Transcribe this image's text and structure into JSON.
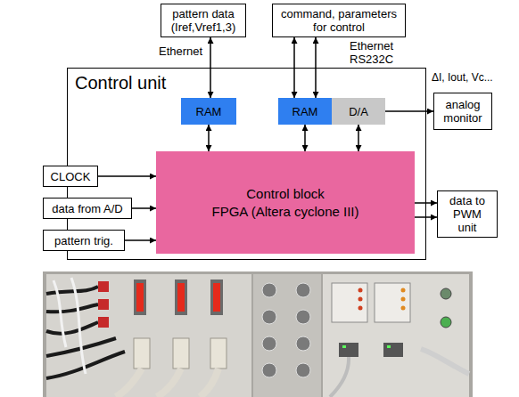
{
  "diagram": {
    "nodes": [
      {
        "text": [
          "pattern data (Iref,Vref1,3)"
        ]
      },
      {
        "text": [
          "command, parameters for control"
        ]
      },
      {
        "text": [
          "Control unit"
        ]
      },
      {
        "text": [
          "RAM"
        ],
        "in": 2
      },
      {
        "text": [
          "RAM"
        ],
        "in": 2
      },
      {
        "text": [
          "D/A"
        ],
        "in": 2
      },
      {
        "text": [
          "analog monitor"
        ]
      },
      {
        "text": [
          "CLOCK"
        ]
      },
      {
        "text": [
          "Control block",
          "FPGA (Altera cyclone III)"
        ],
        "in": 2
      },
      {
        "text": [
          "data from A/D"
        ]
      },
      {
        "text": [
          "data to PWM unit"
        ]
      },
      {
        "text": [
          "pattern trig."
        ]
      }
    ],
    "edges": [
      {
        "from": 0,
        "to": 3,
        "arrow": "both"
      },
      {
        "from": 1,
        "to": 4,
        "arrow": "both"
      },
      {
        "from": 1,
        "to": 4,
        "arrow": "both"
      },
      {
        "from": 3,
        "to": 8,
        "arrow": "both"
      },
      {
        "from": 4,
        "to": 8,
        "arrow": "both"
      },
      {
        "from": 8,
        "to": 5,
        "arrow": "both"
      },
      {
        "from": 5,
        "to": 6,
        "arrow": "to"
      },
      {
        "from": 7,
        "to": 8,
        "arrow": "to"
      },
      {
        "from": 9,
        "to": 8,
        "arrow": "to"
      },
      {
        "from": 11,
        "to": 8,
        "arrow": "to"
      },
      {
        "from": 8,
        "to": 10,
        "arrow": "to"
      },
      {
        "from": 8,
        "to": 10,
        "arrow": "to"
      }
    ],
    "labels": [
      "Ethernet",
      "Ethernet",
      "RS232C",
      "ΔI, Iout, Vc..."
    ]
  }
}
